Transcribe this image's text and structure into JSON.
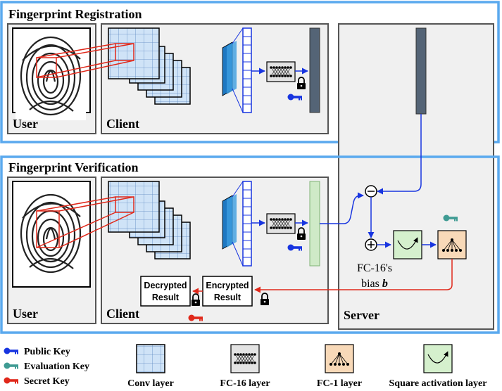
{
  "sections": {
    "registration_title": "Fingerprint Registration",
    "verification_title": "Fingerprint Verification"
  },
  "labels": {
    "user_top": "User",
    "client_top": "Client",
    "user_bottom": "User",
    "client_bottom": "Client",
    "server": "Server",
    "bias_line1": "FC-16's",
    "bias_line2": "bias",
    "bias_var": "b",
    "decrypted_line1": "Decrypted",
    "decrypted_line2": "Result",
    "encrypted_line1": "Encrypted",
    "encrypted_line2": "Result"
  },
  "legend": {
    "public_key": "Public Key",
    "evaluation_key": "Evaluation Key",
    "secret_key": "Secret Key",
    "conv_layer": "Conv layer",
    "fc16_layer": "FC-16 layer",
    "fc1_layer": "FC-1 layer",
    "square_layer": "Square activation layer"
  },
  "colors": {
    "section_border": "#5aa9ee",
    "panel_fill": "#f0f0f0",
    "conv_fill": "#cfe3f7",
    "conv_grid": "#5b87c0",
    "fc16_fill": "#e3e3e3",
    "fc1_fill": "#f8d9b8",
    "square_fill": "#d5f0cd",
    "dark_vector": "#546476",
    "green_vector": "#cfeac7",
    "blue_arrow": "#1835e0",
    "red_arrow": "#e0281a",
    "public_key": "#1835e0",
    "evaluation_key": "#3f9b93",
    "secret_key": "#e0281a"
  }
}
